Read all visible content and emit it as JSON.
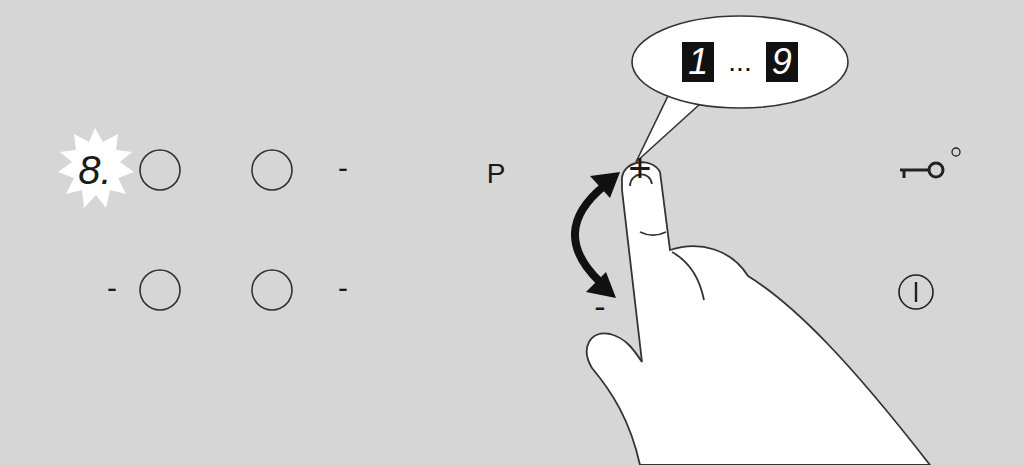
{
  "diagram": {
    "nodes": [
      {
        "text": [
          "1",
          "...",
          "9"
        ]
      }
    ],
    "labels": [
      "8.",
      "-",
      "-",
      "-",
      "P",
      "+",
      "-"
    ]
  }
}
